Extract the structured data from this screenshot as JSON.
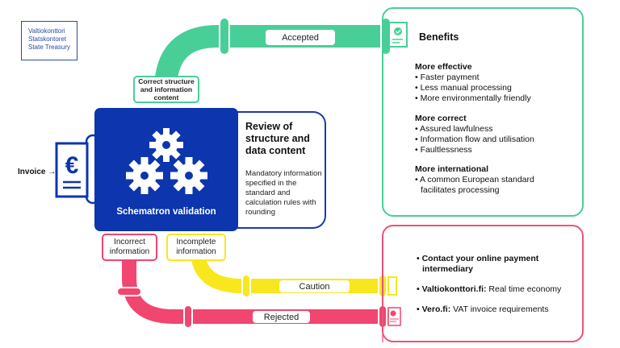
{
  "logo": {
    "lines": [
      "Valtiokonttori",
      "Statskontoret",
      "State Treasury"
    ]
  },
  "colors": {
    "accepted": "#48cf98",
    "caution": "#f8e71c",
    "rejected": "#f0466f",
    "validation": "#0c35ae",
    "logo": "#2c4aa8"
  },
  "input": {
    "label": "Invoice →",
    "icon": "euro-invoice-icon"
  },
  "validation": {
    "label": "Schematron validation",
    "icon": "gears-icon"
  },
  "review": {
    "title": "Review of structure and data content",
    "body": "Mandatory information specified in the standard and calculation rules with rounding"
  },
  "outcomes": {
    "correct": {
      "condition": "Correct structure and information content",
      "pipe_label": "Accepted",
      "icon": "approved-document-icon"
    },
    "incomplete": {
      "condition": "Incomplete information",
      "pipe_label": "Caution",
      "icon": "warning-document-icon"
    },
    "incorrect": {
      "condition": "Incorrect information",
      "pipe_label": "Rejected",
      "icon": "rejected-document-icon"
    }
  },
  "benefits": {
    "title": "Benefits",
    "groups": [
      {
        "heading": "More effective",
        "items": [
          "• Faster payment",
          "• Less manual processing",
          "• More environmentally friendly"
        ]
      },
      {
        "heading": "More correct",
        "items": [
          "• Assured lawfulness",
          "• Information flow and utilisation",
          "• Faultlessness"
        ]
      },
      {
        "heading": "More international",
        "items": [
          "• A common European standard",
          "   facilitates processing"
        ]
      }
    ]
  },
  "actions": {
    "items": [
      {
        "bold": "• Contact your online payment",
        "bold2": "intermediary",
        "rest": ""
      },
      {
        "bold": "• Valtiokonttori.fi:",
        "rest": " Real time economy"
      },
      {
        "bold": "• Vero.fi:",
        "rest": " VAT invoice requirements"
      }
    ]
  }
}
